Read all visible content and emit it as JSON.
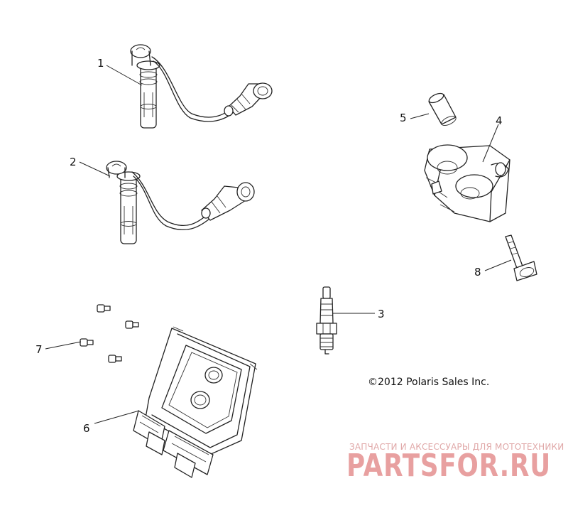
{
  "callouts": [
    {
      "id": "1",
      "label": "1"
    },
    {
      "id": "2",
      "label": "2"
    },
    {
      "id": "3",
      "label": "3"
    },
    {
      "id": "4",
      "label": "4"
    },
    {
      "id": "5",
      "label": "5"
    },
    {
      "id": "6",
      "label": "6"
    },
    {
      "id": "7",
      "label": "7"
    },
    {
      "id": "8",
      "label": "8"
    }
  ],
  "copyright": "©2012 Polaris Sales Inc.",
  "watermark": {
    "tagline": "ЗАПЧАСТИ И АКСЕССУАРЫ ДЛЯ МОТОТЕХНИКИ",
    "logo_text": "PARTSFOR.RU"
  },
  "colors": {
    "line": "#222222",
    "watermark": "#e8a0a0"
  }
}
